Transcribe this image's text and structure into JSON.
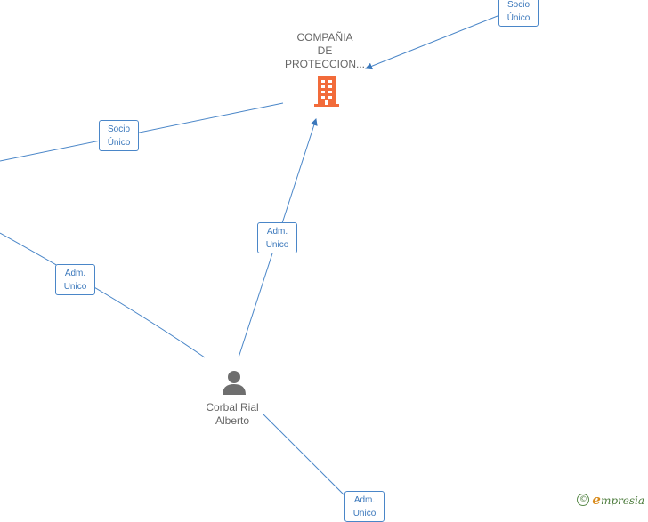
{
  "nodes": {
    "company": {
      "label_lines": [
        "COMPAÑIA",
        "DE",
        "PROTECCION..."
      ],
      "icon": "building-icon",
      "color": "#f26b3a"
    },
    "person": {
      "label_lines": [
        "Corbal Rial",
        "Alberto"
      ],
      "icon": "person-icon",
      "color": "#666666"
    }
  },
  "edges": [
    {
      "id": "socio-top",
      "label_lines": [
        "Socio",
        "Único"
      ]
    },
    {
      "id": "socio-left",
      "label_lines": [
        "Socio",
        "Único"
      ]
    },
    {
      "id": "adm-person-company",
      "label_lines": [
        "Adm.",
        "Unico"
      ]
    },
    {
      "id": "adm-left",
      "label_lines": [
        "Adm.",
        "Unico"
      ]
    },
    {
      "id": "adm-bottom",
      "label_lines": [
        "Adm.",
        "Unico"
      ]
    }
  ],
  "colors": {
    "edge": "#4a86c8",
    "badge_text": "#3a77bb"
  },
  "watermark": {
    "symbol": "©",
    "brand_initial": "e",
    "brand_rest": "mpresia"
  }
}
